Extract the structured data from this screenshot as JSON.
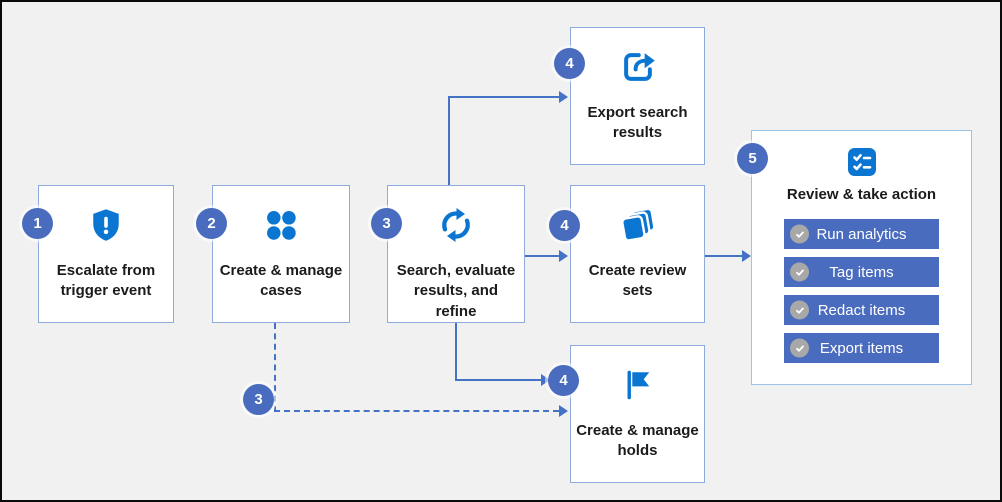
{
  "colors": {
    "background": "#f1f1f2",
    "frame_border": "#0a0a0a",
    "box_border": "#8faadc",
    "panel_border": "#9cc3e8",
    "icon_blue": "#0b76d1",
    "badge_blue": "#4a6cbf",
    "button_blue": "#4a6cbf",
    "connector_blue": "#4472c4",
    "check_circle_gray": "#a8a8a8"
  },
  "steps": {
    "escalate": {
      "number": "1",
      "label": "Escalate from trigger event",
      "icon": "shield-alert-icon"
    },
    "cases": {
      "number": "2",
      "label": "Create & manage cases",
      "icon": "dots-grid-icon"
    },
    "search": {
      "number": "3",
      "label": "Search, evaluate results, and refine",
      "icon": "sync-icon"
    },
    "export_search": {
      "number": "4",
      "label": "Export search results",
      "icon": "export-share-icon"
    },
    "review_sets": {
      "number": "4",
      "label": "Create review sets",
      "icon": "stacked-cards-icon"
    },
    "holds": {
      "number": "4",
      "label": "Create & manage holds",
      "icon": "flag-icon"
    },
    "review_action": {
      "number": "5",
      "label": "Review & take action",
      "icon": "checklist-icon"
    }
  },
  "branch_badge": "3",
  "actions": [
    {
      "label": "Run analytics"
    },
    {
      "label": "Tag items"
    },
    {
      "label": "Redact items"
    },
    {
      "label": "Export items"
    }
  ]
}
